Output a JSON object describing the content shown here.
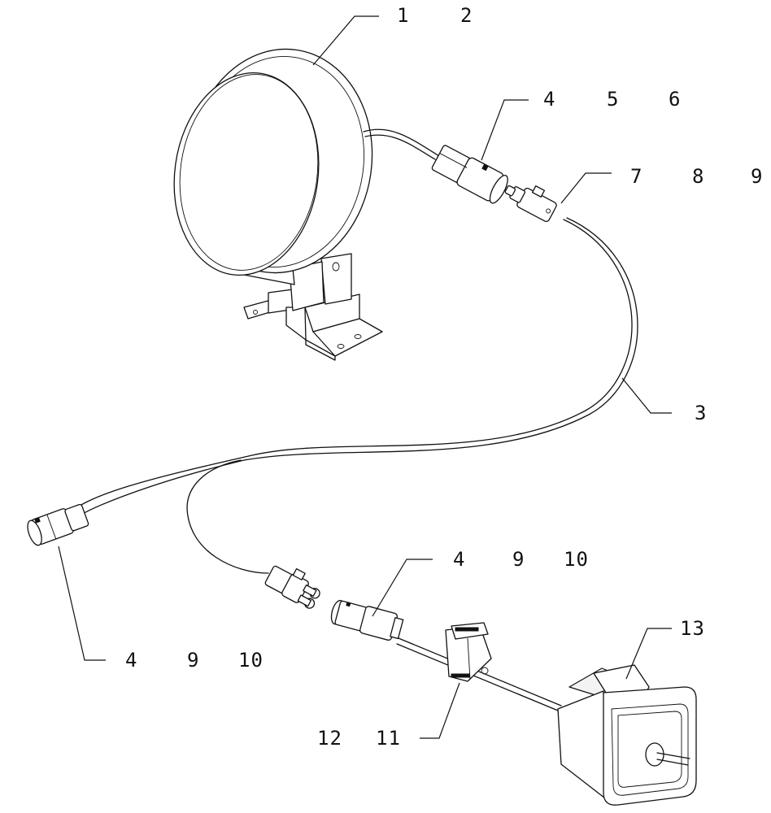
{
  "callouts": {
    "lamp": [
      "1",
      "2"
    ],
    "upper_connector": [
      "4",
      "5",
      "6"
    ],
    "upper_plug": [
      "7",
      "8",
      "9"
    ],
    "harness": [
      "3"
    ],
    "middle_connector": [
      "4",
      "9",
      "10"
    ],
    "left_connector": [
      "4",
      "9",
      "10"
    ],
    "switch": [
      "13"
    ],
    "clip": [
      "12",
      "11"
    ]
  }
}
